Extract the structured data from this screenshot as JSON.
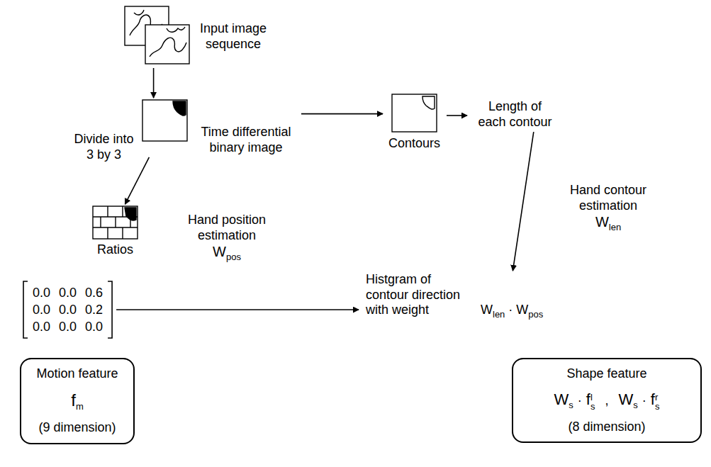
{
  "diagram": {
    "nodes": [
      {
        "text": [
          "Input image sequence"
        ]
      },
      {
        "text": [
          "Time differential binary image"
        ]
      },
      {
        "text": [
          "Contours"
        ]
      },
      {
        "text": [
          "Length of each contour"
        ]
      },
      {
        "text": [
          "Ratios"
        ]
      },
      {
        "text": [
          "0.0 0.0 0.6",
          "0.0 0.0 0.2",
          "0.0 0.0 0.0"
        ]
      },
      {
        "text": [
          "Histgram of contour direction with weight",
          "W",
          "len",
          "·",
          "W",
          "pos"
        ]
      },
      {
        "text": [
          "Motion feature",
          "f",
          "m",
          "(9 dimension)"
        ]
      },
      {
        "text": [
          "Shape feature",
          "W",
          "s",
          "·",
          "f",
          "l",
          "s",
          ",",
          "W",
          "s",
          "·",
          "f",
          "r",
          "s",
          "(8 dimension)"
        ]
      }
    ],
    "edges": [
      {
        "from": 0,
        "to": 1,
        "arrow": "to"
      },
      {
        "from": 1,
        "to": 2,
        "arrow": "to"
      },
      {
        "from": 2,
        "to": 3,
        "arrow": "to"
      },
      {
        "from": 1,
        "to": 4,
        "arrow": "to"
      },
      {
        "from": 5,
        "to": 6,
        "arrow": "to"
      },
      {
        "from": 3,
        "to": 6,
        "arrow": "to"
      }
    ],
    "labels": [
      "Divide into 3 by 3",
      "Hand position estimation",
      "W",
      "pos",
      "Hand contour estimation",
      "W",
      "len"
    ]
  }
}
